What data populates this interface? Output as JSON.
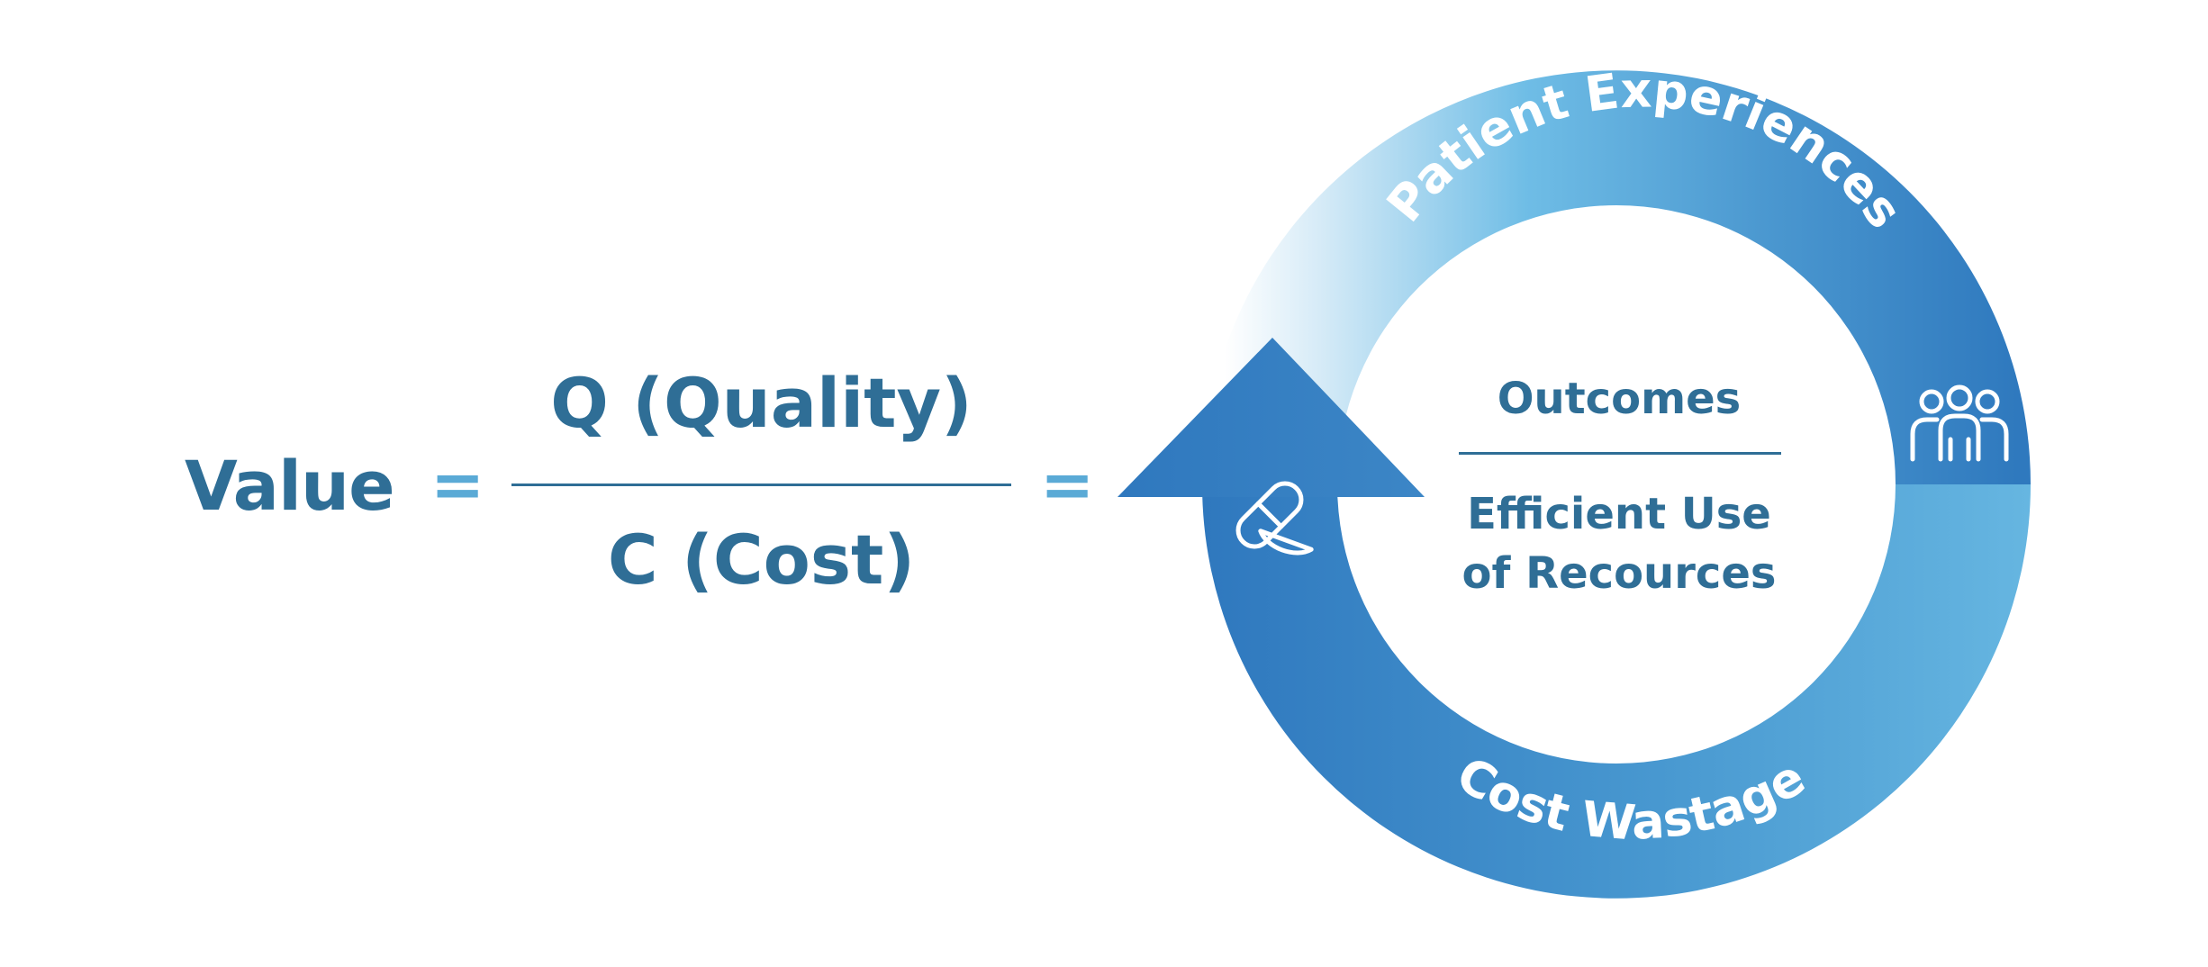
{
  "equation": {
    "lhs": "Value",
    "equals": "=",
    "numerator": "Q (Quality)",
    "denominator": "C (Cost)"
  },
  "cycle": {
    "top_label": "Patient Experiences",
    "bottom_label": "Cost Wastage",
    "center_top": "Outcomes",
    "center_bottom_line1": "Efficient Use",
    "center_bottom_line2": "of Recources",
    "icons": [
      "people-icon",
      "pill-icon"
    ]
  },
  "colors": {
    "text": "#2f6e96",
    "accent": "#5aaad6",
    "ring_dark": "#2f7bbf",
    "ring_light": "#62b4e0"
  }
}
